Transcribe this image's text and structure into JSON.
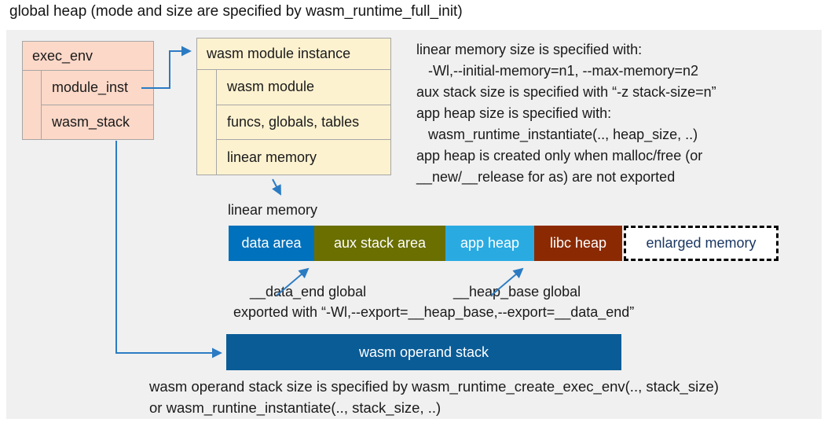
{
  "title": "global heap (mode and size are specified by wasm_runtime_full_init)",
  "colors": {
    "canvas_bg": "#f0f0f0",
    "struct_salmon": "#fcd8c8",
    "struct_cream": "#fdf2d0",
    "struct_border": "#a6a6a6",
    "arrow_blue": "#2b7bc3",
    "data_area": "#0071bc",
    "aux_stack_area": "#6a6f00",
    "app_heap": "#29abe2",
    "libc_heap": "#8b2a02",
    "operand_stack": "#0a5c96",
    "enlarged_text": "#1b3762"
  },
  "exec_env": {
    "header": "exec_env",
    "rows": [
      {
        "label": "module_inst"
      },
      {
        "label": "wasm_stack"
      }
    ]
  },
  "module_instance": {
    "header": "wasm module instance",
    "rows": [
      {
        "label": "wasm module"
      },
      {
        "label": "funcs, globals, tables"
      },
      {
        "label": "linear memory"
      }
    ]
  },
  "notes_right": {
    "lines": [
      "linear memory size is specified with:",
      "   -Wl,--initial-memory=n1, --max-memory=n2",
      "aux stack size is specified with “-z stack-size=n”",
      "app heap size is specified with:",
      "   wasm_runtime_instantiate(.., heap_size, ..)",
      "app heap is created only when malloc/free (or",
      "__new/__release for as) are not exported"
    ]
  },
  "linear_memory": {
    "caption": "linear memory",
    "segments": [
      {
        "label": "data area",
        "color": "#0071bc"
      },
      {
        "label": "aux stack area",
        "color": "#6a6f00"
      },
      {
        "label": "app heap",
        "color": "#29abe2"
      },
      {
        "label": "libc heap",
        "color": "#8b2a02"
      },
      {
        "label": "enlarged memory",
        "color": "#ffffff",
        "border": "dashed"
      }
    ]
  },
  "globals": {
    "data_end_label": "__data_end global",
    "heap_base_label": "__heap_base global",
    "exported_line": "exported with “-Wl,--export=__heap_base,--export=__data_end”"
  },
  "operand_stack": {
    "label": "wasm operand stack"
  },
  "notes_bottom": {
    "lines": [
      "wasm operand stack size is specified by wasm_runtime_create_exec_env(.., stack_size)",
      "or wasm_runtine_instantiate(.., stack_size, ..)"
    ]
  }
}
